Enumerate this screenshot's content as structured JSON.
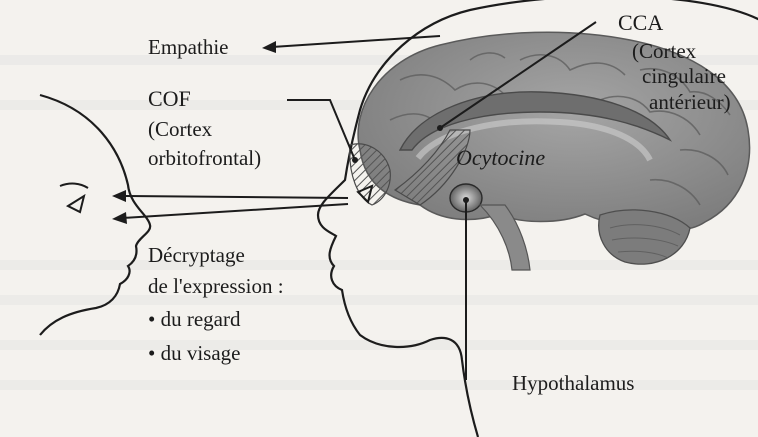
{
  "labels": {
    "empathie": "Empathie",
    "cof": "COF",
    "cof_full_1": "(Cortex",
    "cof_full_2": "orbitofrontal)",
    "cca": "CCA",
    "cca_full_1": "(Cortex",
    "cca_full_2": "cingulaire",
    "cca_full_3": "antérieur)",
    "ocytocine": "Ocytocine",
    "decryptage_1": "Décryptage",
    "decryptage_2": "de l'expression :",
    "item_regard": "• du regard",
    "item_visage": "• du visage",
    "hypothalamus": "Hypothalamus"
  },
  "colors": {
    "background": "#f4f2ee",
    "ink": "#1c1c1c",
    "brain": "#8e8e8e",
    "brain_dark": "#5e5e5e",
    "hatch": "#6a6a6a"
  }
}
